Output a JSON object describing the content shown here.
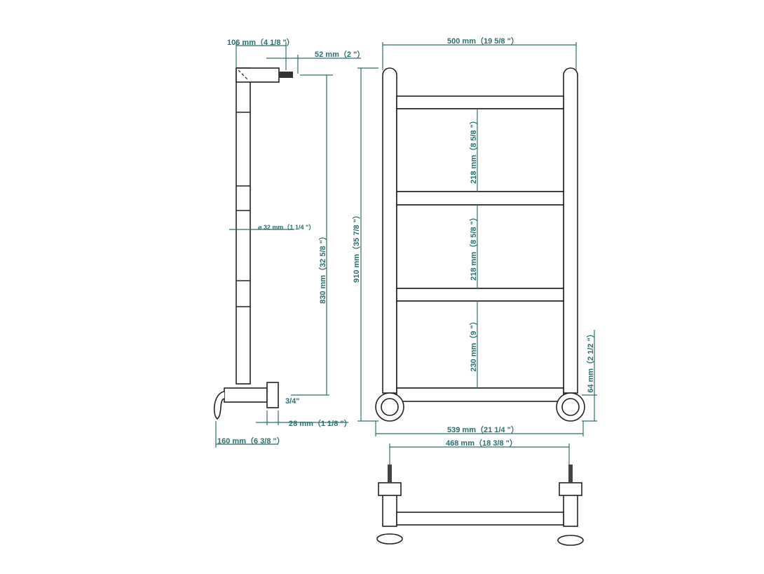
{
  "colors": {
    "dimension": "#2b6f6c",
    "outline": "#222222"
  },
  "side_view": {
    "width_top": "106 mm（4 1/8 \"）",
    "connector": "52 mm（2 \"）",
    "tube_diameter": "⌀  32 mm（1 1/4 \"）",
    "height_centers": "830 mm（32 5/8 \"）",
    "thread": "3/4\"",
    "cap": "28 mm（1 1/8 \"）",
    "depth": "160 mm（6 3/8 \"）"
  },
  "front_view": {
    "width": "500 mm（19 5/8 \"）",
    "height": "910 mm（35 7/8 \"）",
    "gap1": "218 mm（8 5/8 \"）",
    "gap2": "218 mm（8 5/8 \"）",
    "gap3": "230 mm（9 \"）",
    "bottom_offset": "64 mm（2 1/2 \"）",
    "overall_width": "539 mm（21 1/4 \"）",
    "center_width": "468 mm（18 3/8 \"）"
  }
}
